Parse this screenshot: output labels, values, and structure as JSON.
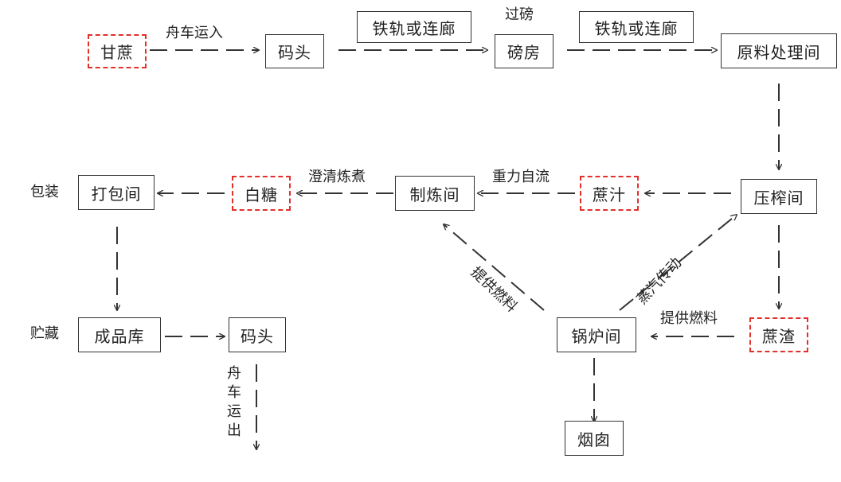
{
  "nodes": {
    "cane": "甘蔗",
    "dock1": "码头",
    "rail1": "铁轨或连廊",
    "weigh": "磅房",
    "rail2": "铁轨或连廊",
    "raw": "原料处理间",
    "press": "压榨间",
    "juice": "蔗汁",
    "refine": "制炼间",
    "sugar": "白糖",
    "pack": "打包间",
    "store": "成品库",
    "dock2": "码头",
    "boiler": "锅炉间",
    "bagasse": "蔗渣",
    "chimney": "烟囱"
  },
  "labels": {
    "boat_in": "舟车运入",
    "weighing": "过磅",
    "gravity": "重力自流",
    "clarify": "澄清炼煮",
    "packing": "包装",
    "storage": "贮藏",
    "boat_out": "舟车运出",
    "fuel1": "提供燃料",
    "steam": "蒸汽传动",
    "fuel2": "提供燃料"
  },
  "colors": {
    "line": "#333333",
    "product_border": "#e0302a"
  }
}
